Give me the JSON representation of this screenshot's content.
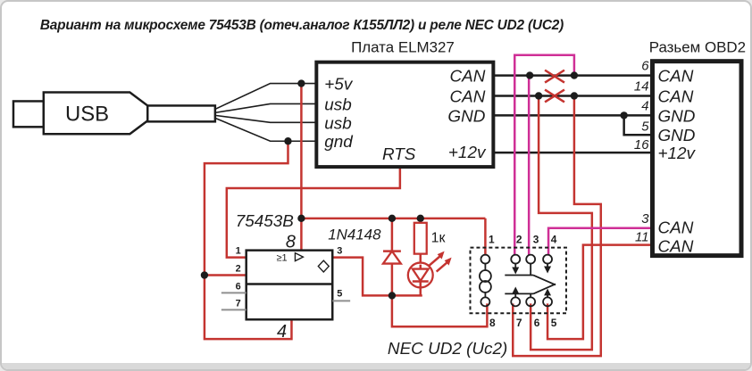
{
  "title": "Вариант на микросхеме 75453В (отеч.аналог К155ЛЛ2) и реле NEC UD2 (UC2)",
  "colors": {
    "background": "#ffffff",
    "frame_border": "#c6c6c6",
    "wire_black": "#1c1c1c",
    "wire_red": "#c43430",
    "wire_magenta": "#cf2f96",
    "unused_pin_gray": "#8f8f8f"
  },
  "usb": {
    "label": "USB"
  },
  "elm327": {
    "label": "Плата ELM327",
    "left_pins": [
      "+5v",
      "usb",
      "usb",
      "gnd"
    ],
    "right_pins": [
      "CAN",
      "CAN",
      "GND",
      "+12v"
    ],
    "bottom_pin": "RTS"
  },
  "obd2": {
    "label": "Разьем OBD2",
    "pins": [
      {
        "number": "6",
        "name": "CAN"
      },
      {
        "number": "14",
        "name": "CAN"
      },
      {
        "number": "4",
        "name": "GND"
      },
      {
        "number": "5",
        "name": "GND"
      },
      {
        "number": "16",
        "name": "+12v"
      },
      {
        "number": "3",
        "name": "CAN"
      },
      {
        "number": "11",
        "name": "CAN"
      }
    ]
  },
  "chip": {
    "label": "75453В",
    "gate_symbol": "≥1",
    "pins_left": [
      "1",
      "2",
      "6",
      "7"
    ],
    "pins_right": [
      "3",
      "5"
    ],
    "pin_top": "8",
    "pin_bottom": "4"
  },
  "diode": {
    "label": "1N4148"
  },
  "resistor": {
    "label": "1к"
  },
  "relay": {
    "label": "NEC UD2 (Uc2)",
    "top_pins": [
      "1",
      "2",
      "3",
      "4"
    ],
    "bottom_pins": [
      "8",
      "7",
      "6",
      "5"
    ]
  }
}
